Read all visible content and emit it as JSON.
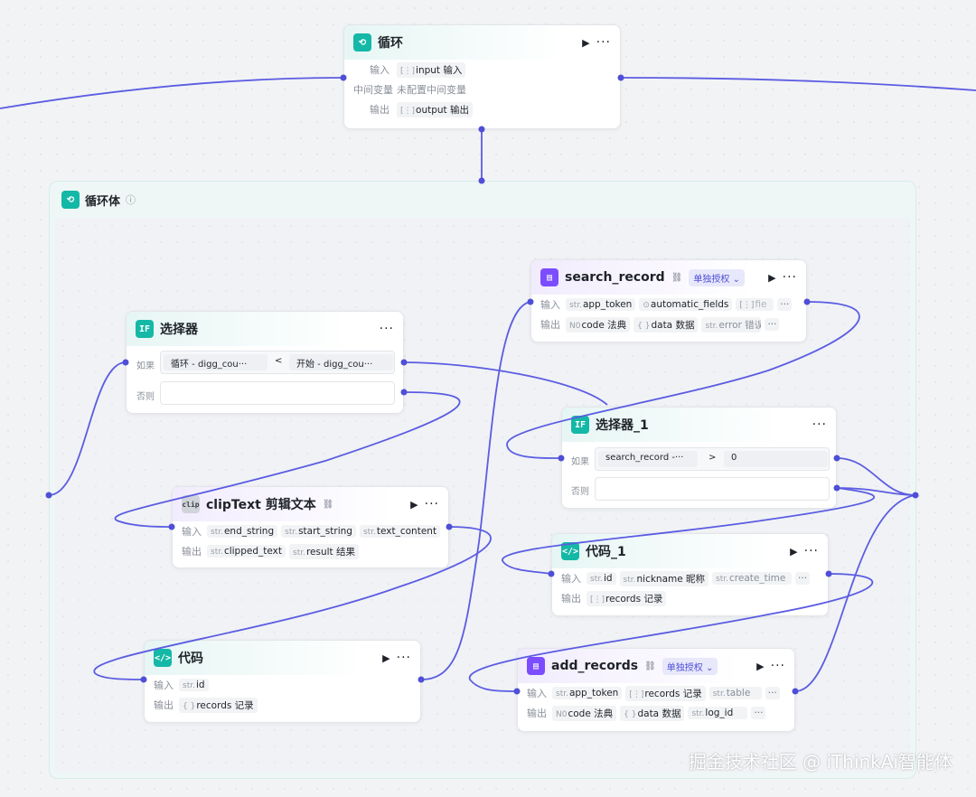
{
  "loop_node": {
    "title": "循环",
    "input_label": "输入",
    "input_type": "[⋮]",
    "input_value": "input 输入",
    "var_label": "中间变量",
    "var_value": "未配置中间变量",
    "output_label": "输出",
    "output_type": "[⋮]",
    "output_value": "output 输出"
  },
  "loop_body": {
    "title": "循环体",
    "info_icon": "ⓘ"
  },
  "selector": {
    "title": "选择器",
    "icon": "IF",
    "if_label": "如果",
    "else_label": "否则",
    "left_operand": "循环 - digg_cou···",
    "operator": "<",
    "right_operand": "开始 - digg_cou···"
  },
  "selector_1": {
    "title": "选择器_1",
    "icon": "IF",
    "if_label": "如果",
    "else_label": "否则",
    "left_operand": "search_record -···",
    "operator": ">",
    "right_operand": "0"
  },
  "search_record": {
    "title": "search_record",
    "auth_label": "单独授权",
    "input_label": "输入",
    "inputs": [
      {
        "type": "str.",
        "name": "app_token"
      },
      {
        "type": "⊙",
        "name": "automatic_fields"
      },
      {
        "type": "[⋮]",
        "name": "fie"
      }
    ],
    "output_label": "输出",
    "outputs": [
      {
        "type": "N0",
        "name": "code 法典"
      },
      {
        "type": "{ }",
        "name": "data 数据"
      },
      {
        "type": "str.",
        "name": "error 错误"
      }
    ]
  },
  "clip_text": {
    "title": "clipText 剪辑文本",
    "icon": "clip",
    "input_label": "输入",
    "inputs": [
      {
        "type": "str.",
        "name": "end_string"
      },
      {
        "type": "str.",
        "name": "start_string"
      },
      {
        "type": "str.",
        "name": "text_content"
      }
    ],
    "output_label": "输出",
    "outputs": [
      {
        "type": "str.",
        "name": "clipped_text"
      },
      {
        "type": "str.",
        "name": "result 结果"
      }
    ]
  },
  "code_1": {
    "title": "代码_1",
    "icon": "</>",
    "input_label": "输入",
    "inputs": [
      {
        "type": "str.",
        "name": "id"
      },
      {
        "type": "str.",
        "name": "nickname 昵称"
      },
      {
        "type": "str.",
        "name": "create_time"
      }
    ],
    "output_label": "输出",
    "outputs": [
      {
        "type": "[⋮]",
        "name": "records 记录"
      }
    ]
  },
  "code": {
    "title": "代码",
    "icon": "</>",
    "input_label": "输入",
    "inputs": [
      {
        "type": "str.",
        "name": "id"
      }
    ],
    "output_label": "输出",
    "outputs": [
      {
        "type": "{ }",
        "name": "records 记录"
      }
    ]
  },
  "add_records": {
    "title": "add_records",
    "auth_label": "单独授权",
    "input_label": "输入",
    "inputs": [
      {
        "type": "str.",
        "name": "app_token"
      },
      {
        "type": "[⋮]",
        "name": "records 记录"
      },
      {
        "type": "str.",
        "name": "table"
      }
    ],
    "output_label": "输出",
    "outputs": [
      {
        "type": "N0",
        "name": "code 法典"
      },
      {
        "type": "{ }",
        "name": "data 数据"
      },
      {
        "type": "str.",
        "name": "log_id"
      }
    ]
  },
  "common": {
    "more": "···",
    "play": "▶",
    "chevron": "⌄",
    "link_icon": "⛓"
  },
  "watermark": "掘金技术社区 @ iThinkAi智能体",
  "colors": {
    "wire": "#5b5ce2",
    "teal": "#14b8a6",
    "purple": "#7c4dff"
  }
}
